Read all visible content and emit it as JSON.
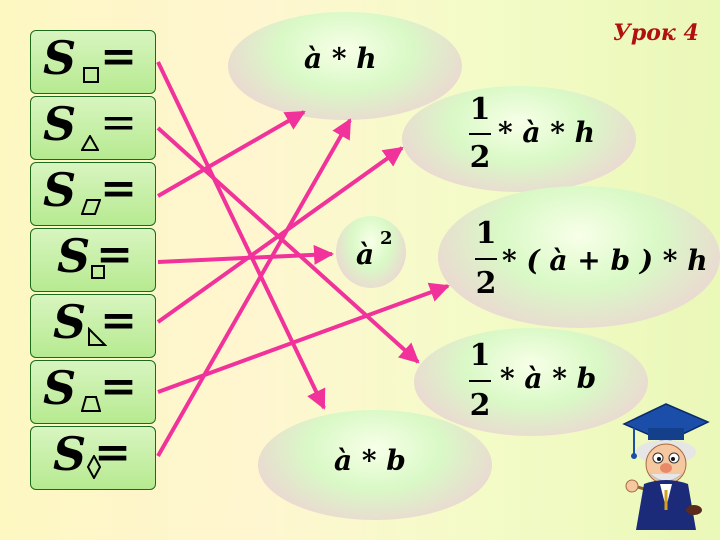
{
  "header": {
    "lesson": "Урок 4"
  },
  "rows": [
    {
      "symbol": "S",
      "shape": "square-icon",
      "eq": "="
    },
    {
      "symbol": "S",
      "shape": "triangle-icon",
      "eq": "="
    },
    {
      "symbol": "S",
      "shape": "parallelogram-icon",
      "eq": "="
    },
    {
      "symbol": "S",
      "shape": "small-square-icon",
      "eq": "="
    },
    {
      "symbol": "S",
      "shape": "right-triangle-icon",
      "eq": "="
    },
    {
      "symbol": "S",
      "shape": "trapezoid-icon",
      "eq": "="
    },
    {
      "symbol": "S",
      "shape": "rhombus-icon",
      "eq": "="
    }
  ],
  "formulas": {
    "f1": "à * h",
    "f2_num": "1",
    "f2_den": "2",
    "f2_rest": "* à * h",
    "f3_main": "à",
    "f3_exp": "2",
    "f4_num": "1",
    "f4_den": "2",
    "f4_rest": "* ( à + b ) * h",
    "f5_num": "1",
    "f5_den": "2",
    "f5_rest": "* à * b",
    "f6": "à * b"
  },
  "colors": {
    "arrow": "#f0329a",
    "rowBorder": "#1c6a1c"
  }
}
